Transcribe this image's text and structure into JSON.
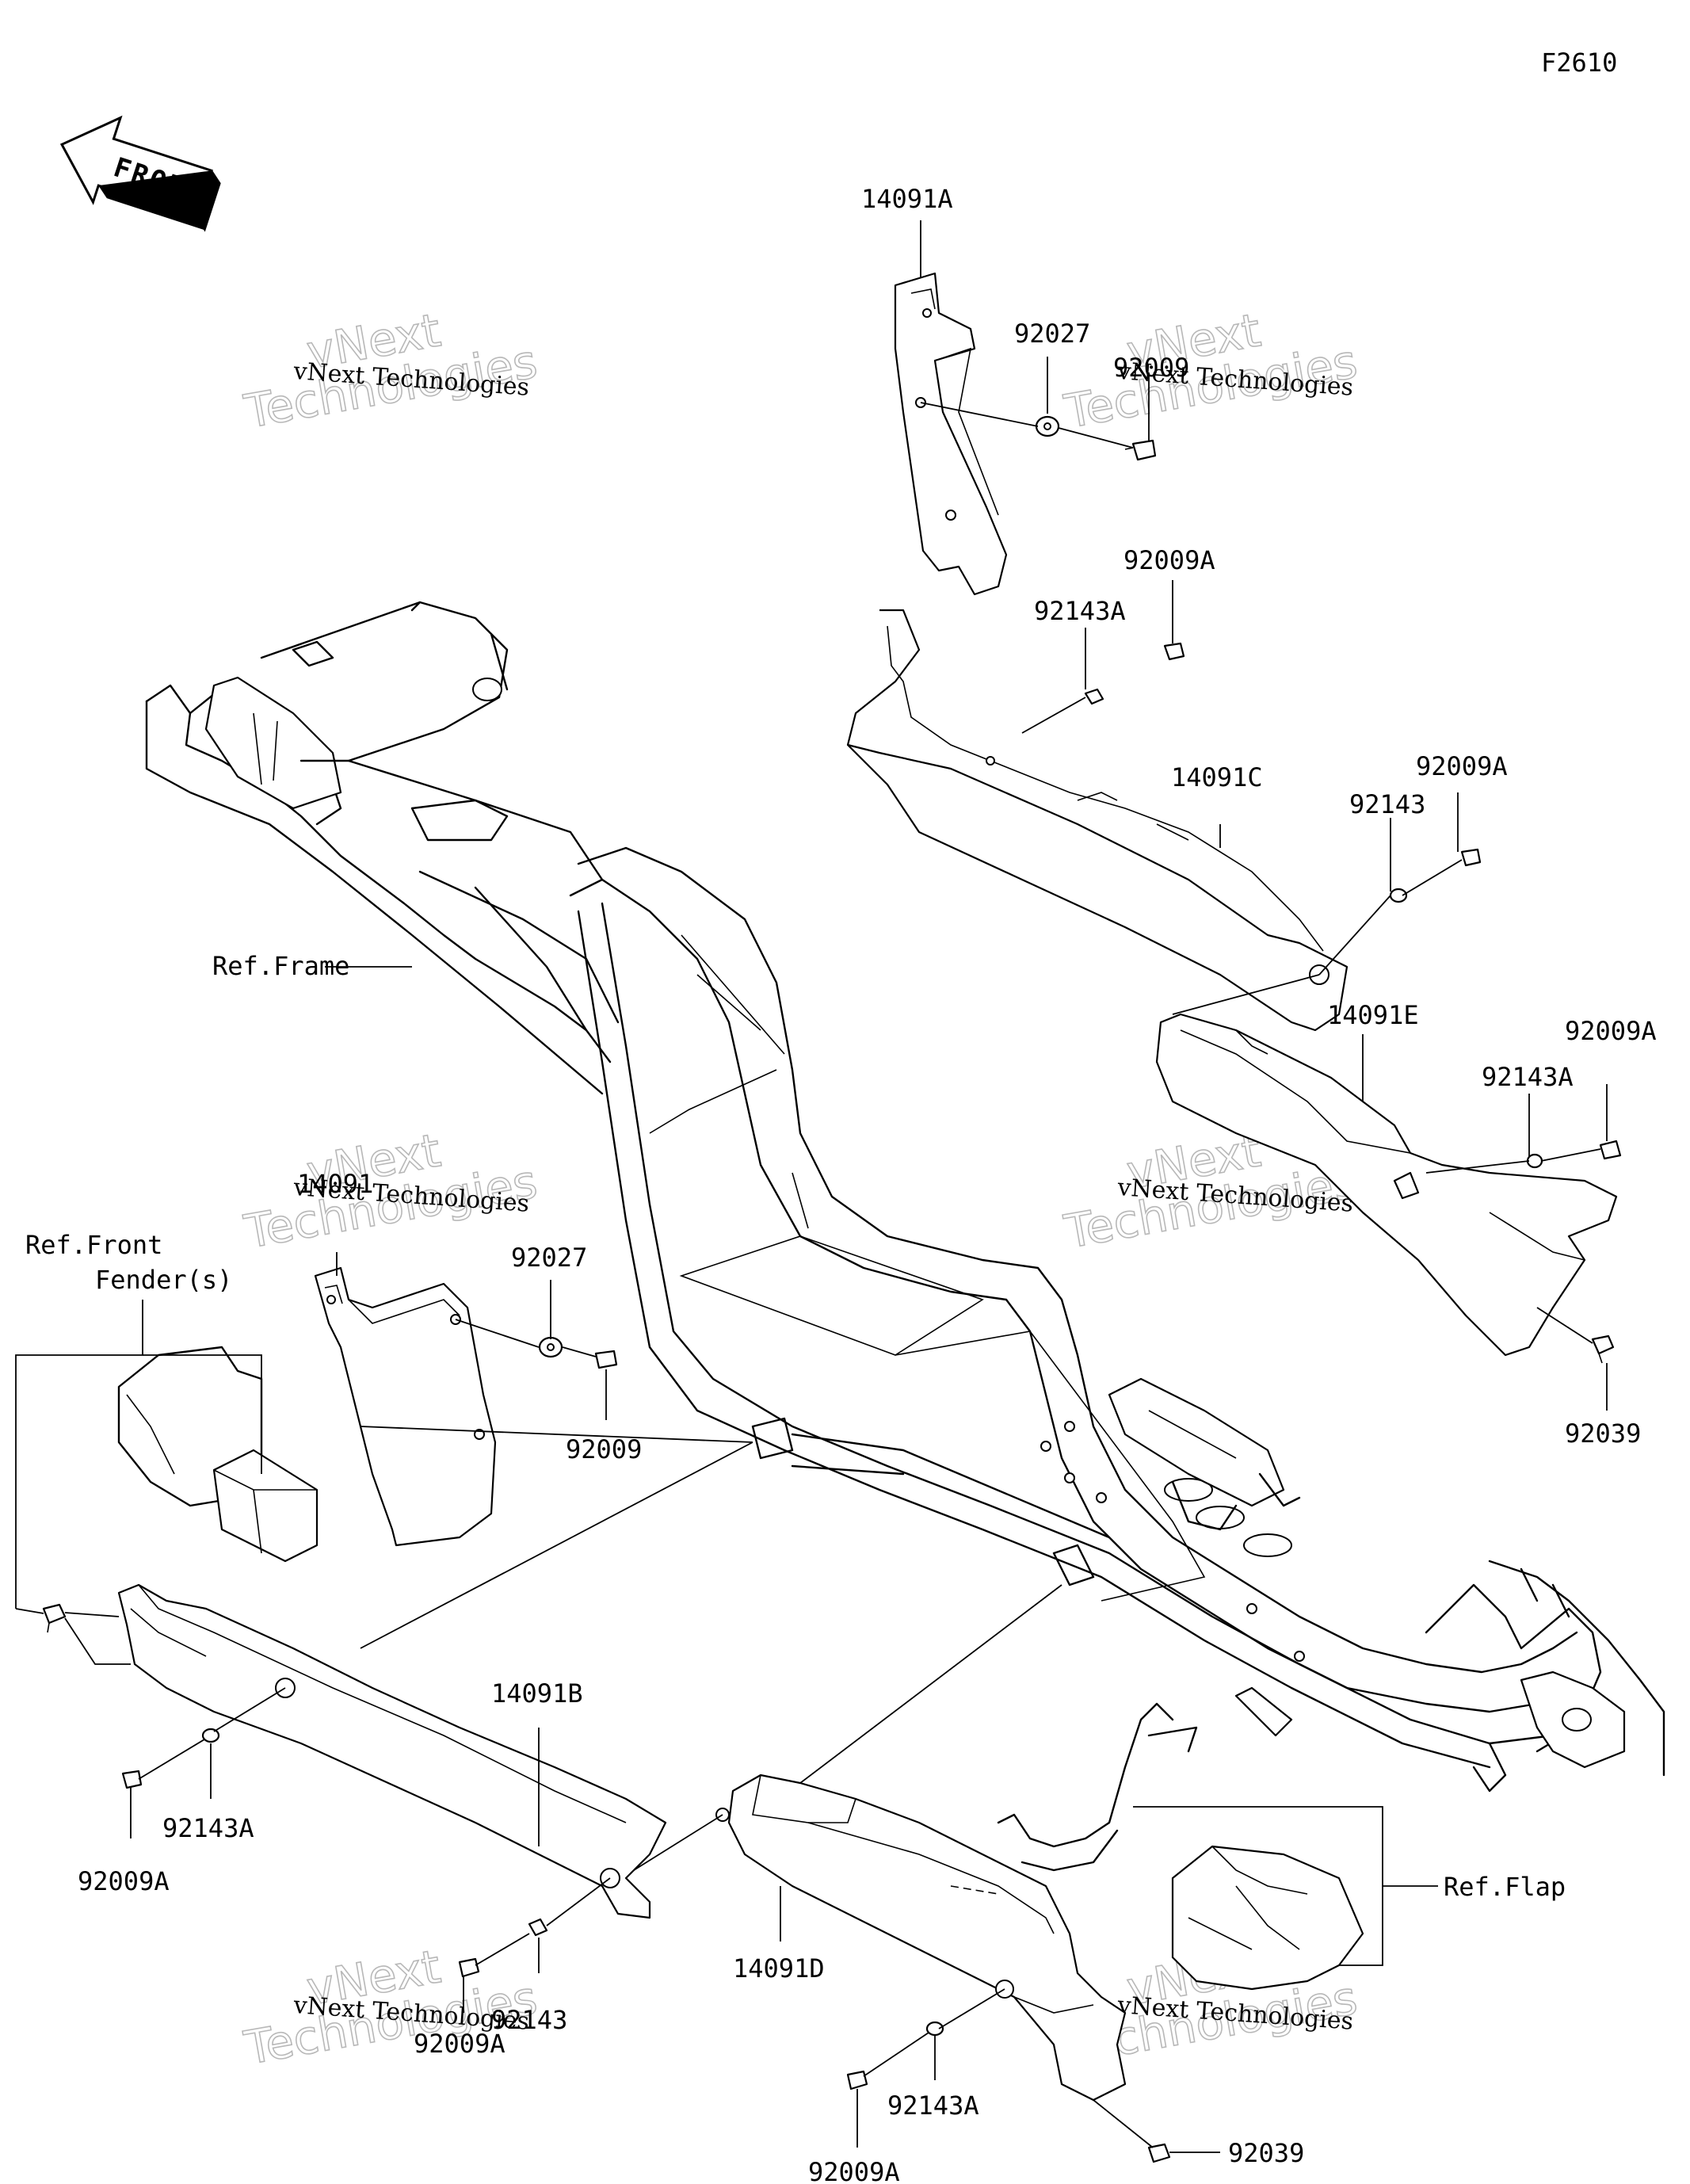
{
  "diagram": {
    "code": "F2610",
    "front_label": "FRONT",
    "watermark": {
      "small": "vNext Technologies",
      "big_line1": "vNext",
      "big_line2": "Technologies"
    },
    "refs": {
      "frame": "Ref.Frame",
      "front_fender_1": "Ref.Front",
      "front_fender_2": "Fender(s)",
      "flap": "Ref.Flap"
    },
    "callouts": [
      {
        "id": "c1",
        "text": "14091A"
      },
      {
        "id": "c2",
        "text": "92027"
      },
      {
        "id": "c3",
        "text": "92009"
      },
      {
        "id": "c4",
        "text": "92009A"
      },
      {
        "id": "c5",
        "text": "92143A"
      },
      {
        "id": "c6",
        "text": "14091C"
      },
      {
        "id": "c7",
        "text": "92009A"
      },
      {
        "id": "c8",
        "text": "92143"
      },
      {
        "id": "c9",
        "text": "92009A"
      },
      {
        "id": "c10",
        "text": "14091E"
      },
      {
        "id": "c11",
        "text": "92143A"
      },
      {
        "id": "c12",
        "text": "92039"
      },
      {
        "id": "c13",
        "text": "14091"
      },
      {
        "id": "c14",
        "text": "92027"
      },
      {
        "id": "c15",
        "text": "92009"
      },
      {
        "id": "c16",
        "text": "14091B"
      },
      {
        "id": "c17",
        "text": "92143A"
      },
      {
        "id": "c18",
        "text": "92009A"
      },
      {
        "id": "c19",
        "text": "92143"
      },
      {
        "id": "c20",
        "text": "92009A"
      },
      {
        "id": "c21",
        "text": "14091D"
      },
      {
        "id": "c22",
        "text": "92143A"
      },
      {
        "id": "c23",
        "text": "92009A"
      },
      {
        "id": "c24",
        "text": "92039"
      }
    ]
  }
}
